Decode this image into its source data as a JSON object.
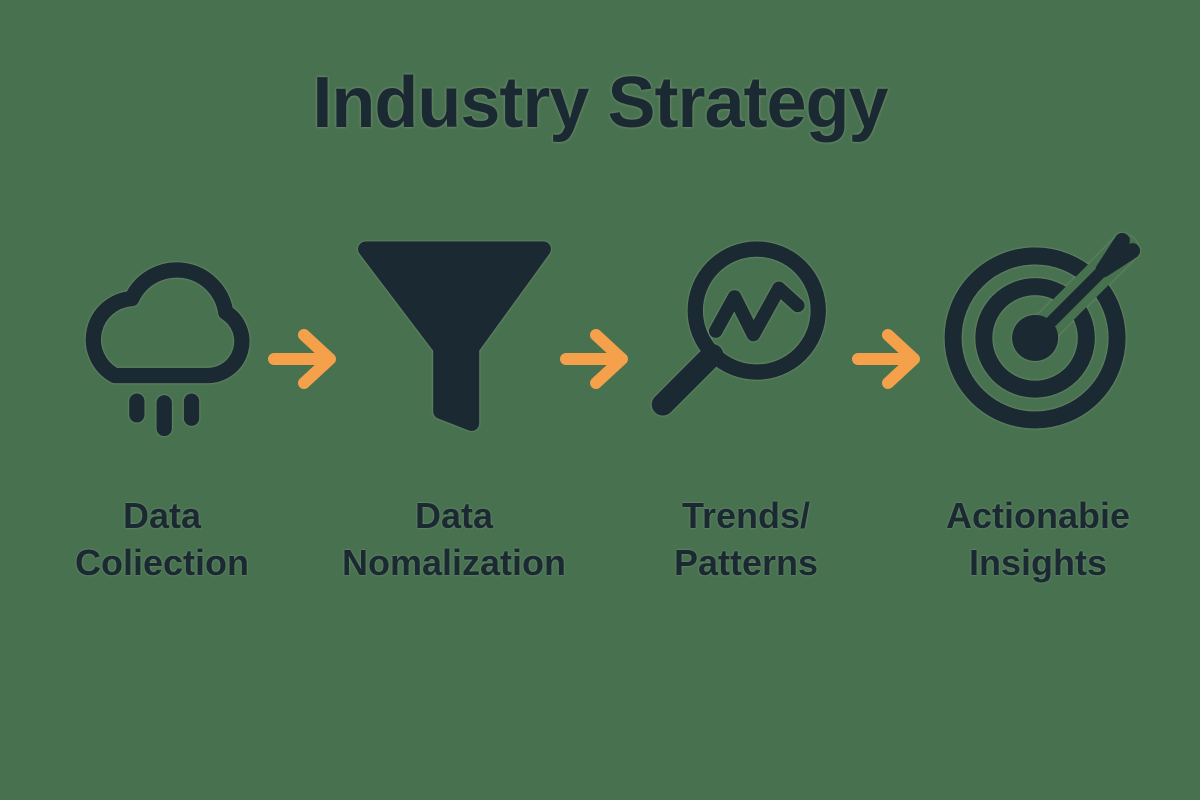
{
  "title": "Industry Strategy",
  "colors": {
    "background": "#47714F",
    "ink": "#1B2A32",
    "accent": "#F5A04B"
  },
  "stages": [
    {
      "icon": "cloud-rain-icon",
      "label_line1": "Data",
      "label_line2": "Coliection"
    },
    {
      "icon": "funnel-icon",
      "label_line1": "Data",
      "label_line2": "Nomalization"
    },
    {
      "icon": "magnifier-trend-icon",
      "label_line1": "Trends/",
      "label_line2": "Patterns"
    },
    {
      "icon": "target-dart-icon",
      "label_line1": "Actionabie",
      "label_line2": "Insights"
    }
  ],
  "connectors": [
    {
      "icon": "arrow-right-icon"
    },
    {
      "icon": "arrow-right-icon"
    },
    {
      "icon": "arrow-right-icon"
    }
  ]
}
